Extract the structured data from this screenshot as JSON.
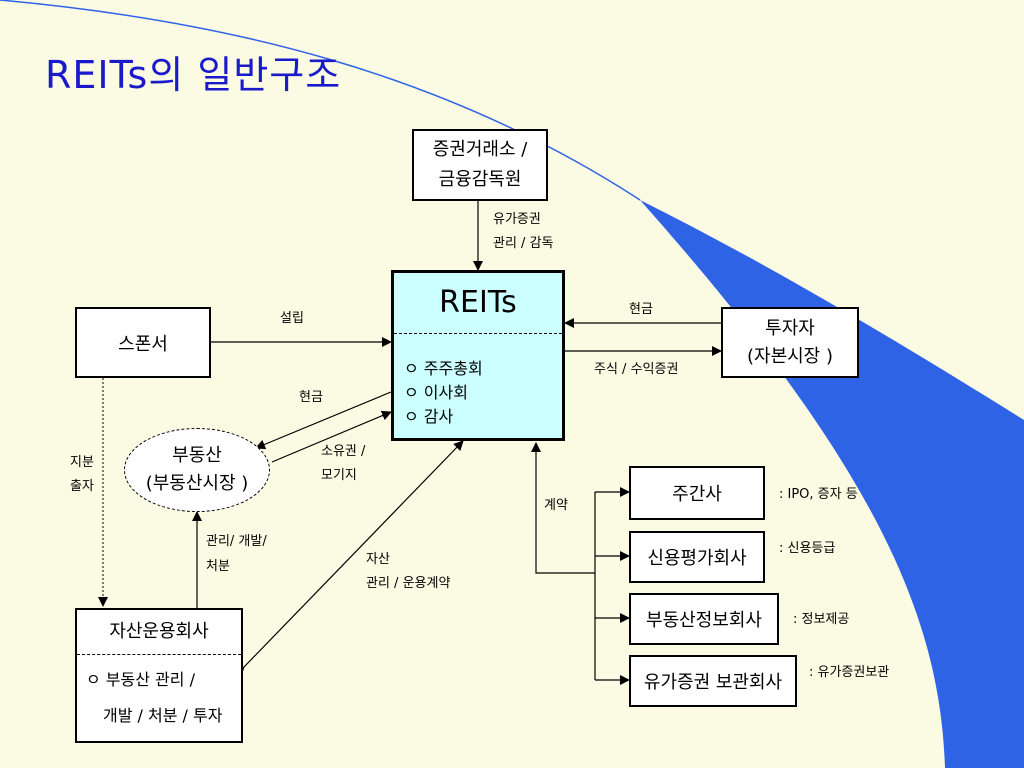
{
  "title": "REITs의 일반구조",
  "nodes": {
    "exchange": {
      "line1": "증권거래소 /",
      "line2": "금융감독원"
    },
    "reits": {
      "title": "REITs",
      "items": [
        "ㅇ 주주총회",
        "ㅇ 이사회",
        "ㅇ 감사"
      ]
    },
    "sponsor": {
      "label": "스폰서"
    },
    "investor": {
      "line1": "투자자",
      "line2": "(자본시장 )"
    },
    "real_estate": {
      "line1": "부동산",
      "line2": "(부동산시장 )"
    },
    "amc": {
      "title": "자산운용회사",
      "line1": "ㅇ 부동산 관리 /",
      "line2": "개발 / 처분 / 투자"
    },
    "underwriter": {
      "label": "주간사",
      "note": ": IPO, 증자 등"
    },
    "rating": {
      "label": "신용평가회사",
      "note": ": 신용등급"
    },
    "info": {
      "label": "부동산정보회사",
      "note": ": 정보제공"
    },
    "custodian": {
      "label": "유가증권 보관회사",
      "note": ": 유가증권보관"
    }
  },
  "edges": {
    "supervise": {
      "line1": "유가증권",
      "line2": "관리 / 감독"
    },
    "establish": "설립",
    "cash_in": "현금",
    "shares": "주식 / 수익증권",
    "cash_out": "현금",
    "ownership": {
      "line1": "소유권 /",
      "line2": "모기지"
    },
    "equity": {
      "line1": "지분",
      "line2": "출자"
    },
    "manage": {
      "line1": "관리/ 개발/",
      "line2": "처분"
    },
    "asset_contract": {
      "line1": "자산",
      "line2": "관리 / 운용계약"
    },
    "contract": "계약"
  },
  "colors": {
    "title": "#1a1acc",
    "reits_fill": "#ccffff",
    "background": "#fbfbe4",
    "swoosh": "#2f63e6"
  }
}
